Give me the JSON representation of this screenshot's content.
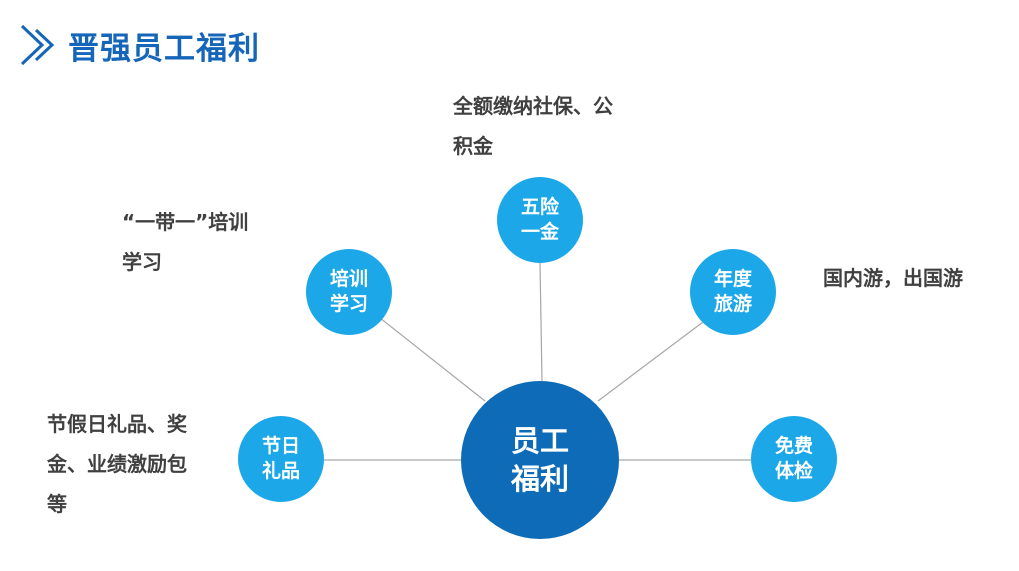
{
  "header": {
    "title": "晋强员工福利"
  },
  "center": {
    "label": "员工\n福利"
  },
  "nodes": {
    "wuxian": {
      "label": "五险\n一金",
      "desc": "全额缴纳社保、公\n积金"
    },
    "peixun": {
      "label": "培训\n学习",
      "desc": "“一带一”培训\n学习"
    },
    "niandu": {
      "label": "年度\n旅游",
      "desc": "国内游，出国游"
    },
    "jieri": {
      "label": "节日\n礼品",
      "desc": "节假日礼品、奖\n金、业绩激励包\n等"
    },
    "tijian": {
      "label": "免费\n体检",
      "desc": ""
    }
  },
  "colors": {
    "title": "#1566b8",
    "center_fill": "#0e6bb8",
    "node_fill": "#1ca7e8",
    "text": "#404040",
    "connector": "#a6a6a6"
  }
}
